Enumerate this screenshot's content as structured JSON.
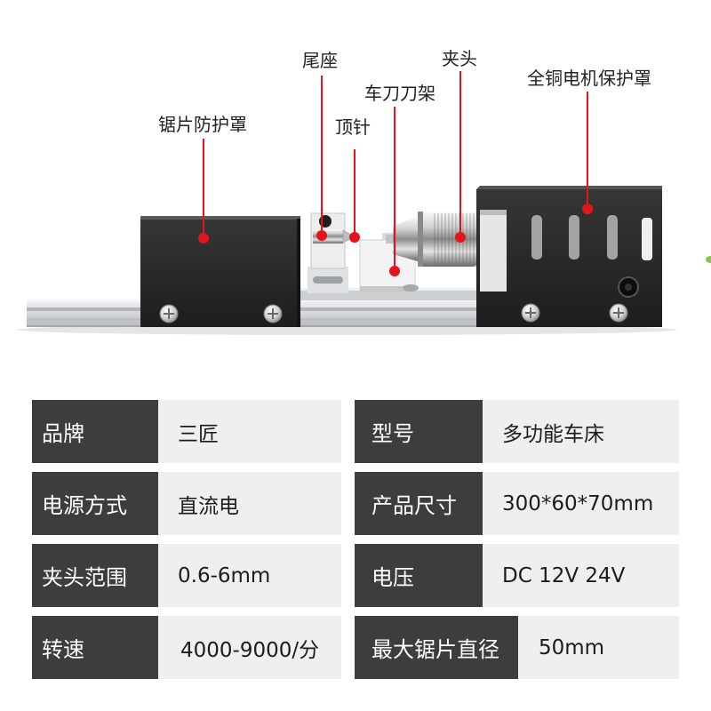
{
  "callouts": {
    "tailstock": "尾座",
    "chuck": "夹头",
    "tool_rest": "车刀刀架",
    "motor_guard": "全铜电机保护罩",
    "saw_guard": "锯片防护罩",
    "center_pin": "顶针"
  },
  "specs": {
    "rows": [
      {
        "label_left": "品牌",
        "value_left": "三匠",
        "label_right": "型号",
        "value_right": "多功能车床"
      },
      {
        "label_left": "电源方式",
        "value_left": "直流电",
        "label_right": "产品尺寸",
        "value_right": "300*60*70mm"
      },
      {
        "label_left": "夹头范围",
        "value_left": "0.6-6mm",
        "label_right": "电压",
        "value_right": "DC 12V 24V"
      },
      {
        "label_left": "转速",
        "value_left": "4000-9000/分",
        "label_right": "最大锯片直径",
        "value_right": "50mm"
      }
    ]
  },
  "colors": {
    "marker": "#e3141b",
    "label_cell": "#3d3d3d",
    "value_cell": "#efefef",
    "label_text": "#ffffff",
    "value_text": "#1c1c1c",
    "callout_text": "#222222"
  }
}
